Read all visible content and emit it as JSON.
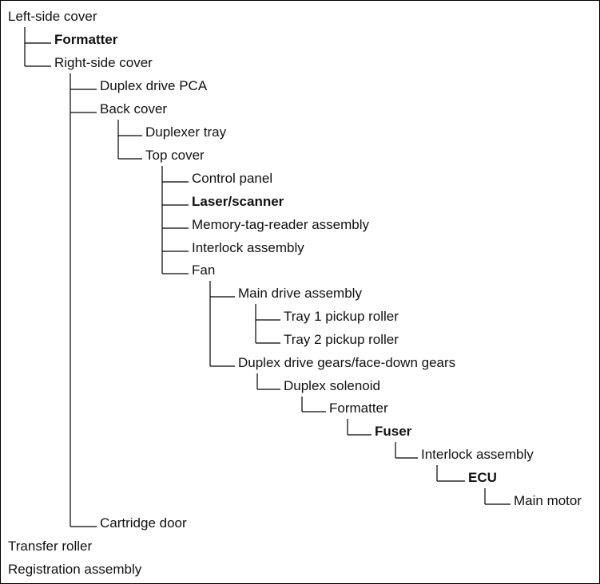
{
  "diagram": {
    "nodes": [
      {
        "label": "Left-side cover",
        "bold": false
      },
      {
        "label": "Formatter",
        "bold": true
      },
      {
        "label": "Right-side cover",
        "bold": false
      },
      {
        "label": "Duplex drive PCA",
        "bold": false
      },
      {
        "label": "Back cover",
        "bold": false
      },
      {
        "label": "Duplexer tray",
        "bold": false
      },
      {
        "label": "Top cover",
        "bold": false
      },
      {
        "label": "Control panel",
        "bold": false
      },
      {
        "label": "Laser/scanner",
        "bold": true
      },
      {
        "label": "Memory-tag-reader assembly",
        "bold": false
      },
      {
        "label": "Interlock assembly",
        "bold": false
      },
      {
        "label": "Fan",
        "bold": false
      },
      {
        "label": "Main drive assembly",
        "bold": false
      },
      {
        "label": "Tray 1 pickup roller",
        "bold": false
      },
      {
        "label": "Tray 2 pickup roller",
        "bold": false
      },
      {
        "label": "Duplex drive gears/face-down gears",
        "bold": false
      },
      {
        "label": "Duplex solenoid",
        "bold": false
      },
      {
        "label": "Formatter",
        "bold": false
      },
      {
        "label": "Fuser",
        "bold": true
      },
      {
        "label": "Interlock assembly",
        "bold": false
      },
      {
        "label": "ECU",
        "bold": true
      },
      {
        "label": "Main motor",
        "bold": false
      },
      {
        "label": "Cartridge door",
        "bold": false
      },
      {
        "label": "Transfer roller",
        "bold": false
      },
      {
        "label": "Registration assembly",
        "bold": false
      }
    ]
  }
}
